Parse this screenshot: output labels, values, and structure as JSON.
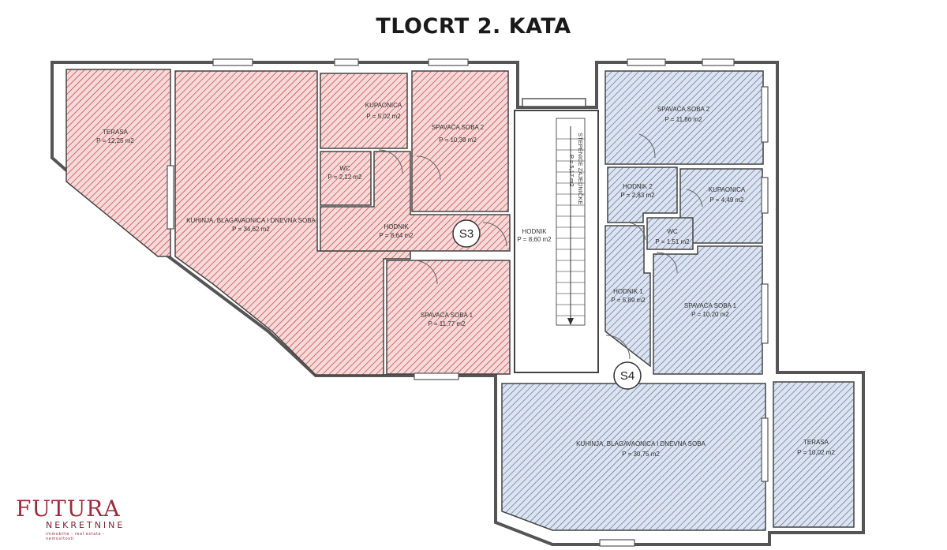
{
  "title": "TLOCRT 2. KATA",
  "colors": {
    "red_hatch": "#c73a3a",
    "red_fill": "#f6dada",
    "blue_hatch": "#4c6a9e",
    "blue_fill": "#dde4ef",
    "wall": "#555555",
    "brand": "#9b2a3c"
  },
  "apartments": {
    "s3": {
      "marker": "S3",
      "rooms": {
        "terasa": {
          "name": "TERASA",
          "area": "P = 12,25 m2"
        },
        "kuhinja": {
          "name": "KUHINJA, BLAGAVAONICA I DNEVNA SOBA",
          "area": "P = 34,62 m2"
        },
        "kupaonica": {
          "name": "KUPAONICA",
          "area": "P = 5,02 m2"
        },
        "wc": {
          "name": "WC",
          "area": "P = 2,12 m2"
        },
        "soba2": {
          "name": "SPAVAĆA SOBA 2",
          "area": "P = 10,39 m2"
        },
        "hodnik": {
          "name": "HODNIK",
          "area": "P = 8,64 m2"
        },
        "soba1": {
          "name": "SPAVAĆA SOBA 1",
          "area": "P = 11,77 m2"
        }
      }
    },
    "s4": {
      "marker": "S4",
      "rooms": {
        "soba2": {
          "name": "SPAVAĆA SOBA 2",
          "area": "P = 11,86 m2"
        },
        "hodnik2": {
          "name": "HODNIK 2",
          "area": "P = 2,83 m2"
        },
        "kupaonica": {
          "name": "KUPAONICA",
          "area": "P = 4,49 m2"
        },
        "wc": {
          "name": "WC",
          "area": "P = 1,51 m2"
        },
        "hodnik1": {
          "name": "HODNIK 1",
          "area": "P = 5,89 m2"
        },
        "soba1": {
          "name": "SPAVAĆA SOBA 1",
          "area": "P = 10,20 m2"
        },
        "kuhinja": {
          "name": "KUHINJA, BLAGAVAONICA I DNEVNA SOBA",
          "area": "P = 30,75 m2"
        },
        "terasa": {
          "name": "TERASA",
          "area": "P = 10,02 m2"
        }
      }
    }
  },
  "common": {
    "hodnik": {
      "name": "HODNIK",
      "area": "P = 8,60 m2"
    },
    "stair_line1": "STEPENICE ZAJEDNIČKE",
    "stair_line2": "P = 5,17 m2"
  },
  "logo": {
    "word": "FUTURA",
    "sub": "NEKRETNINE",
    "tag": "immobilie - real estate - nemovitosti"
  }
}
